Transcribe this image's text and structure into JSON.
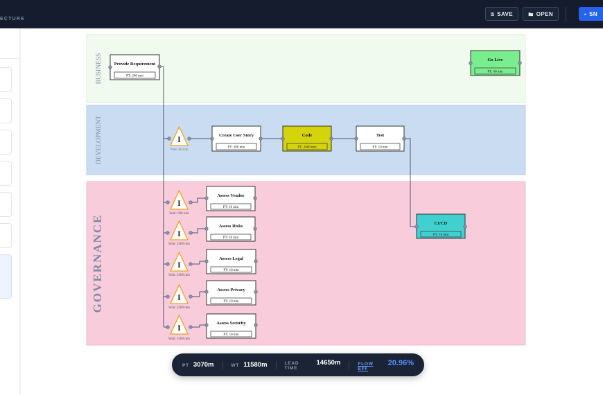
{
  "app": {
    "subtitle": "ECTURE"
  },
  "toolbar": {
    "save_label": "SAVE",
    "open_label": "OPEN",
    "snap_label": "SN"
  },
  "lanes": [
    {
      "id": "business",
      "label": "BUSINESS",
      "fill": "#f1faee"
    },
    {
      "id": "development",
      "label": "DEVELOPMENT",
      "fill": "#c9dcf1"
    },
    {
      "id": "governance",
      "label": "GOVERNANCE",
      "fill": "#f9ccdb"
    }
  ],
  "steps": [
    {
      "id": "provide-requirement",
      "title": "Provide Requirement",
      "pt": "PT: 240 min",
      "fill": "#ffffff"
    },
    {
      "id": "go-live",
      "title": "Go Live",
      "pt": "PT: 60 min",
      "fill": "#7aee8f"
    },
    {
      "id": "create-user-story",
      "title": "Create User Story",
      "pt": "PT: 300 min",
      "fill": "#ffffff"
    },
    {
      "id": "code",
      "title": "Code",
      "pt": "PT: 2400 min",
      "fill": "#d5d40c"
    },
    {
      "id": "test",
      "title": "Test",
      "pt": "PT: 10 min",
      "fill": "#ffffff"
    },
    {
      "id": "ci-cd",
      "title": "CI/CD",
      "pt": "PT: 10 min",
      "fill": "#40d0d0"
    },
    {
      "id": "assess-vendor",
      "title": "Assess Vendor",
      "pt": "PT: 10 min",
      "fill": "#ffffff"
    },
    {
      "id": "assess-risks",
      "title": "Assess Risks",
      "pt": "PT: 10 min",
      "fill": "#ffffff"
    },
    {
      "id": "assess-legal",
      "title": "Assess Legal",
      "pt": "PT: 10 min",
      "fill": "#ffffff"
    },
    {
      "id": "assess-privacy",
      "title": "Assess Privacy",
      "pt": "PT: 10 min",
      "fill": "#ffffff"
    },
    {
      "id": "assess-security",
      "title": "Assess Security",
      "pt": "PT: 10 min",
      "fill": "#ffffff"
    }
  ],
  "inventory": [
    {
      "id": "wait-dev",
      "symbol": "I",
      "wait": "Wait: 60 min"
    },
    {
      "id": "wait-vendor",
      "symbol": "I",
      "wait": "Wait: 960 min"
    },
    {
      "id": "wait-risks",
      "symbol": "I",
      "wait": "Wait: 2400 min"
    },
    {
      "id": "wait-legal",
      "symbol": "I",
      "wait": "Wait: 2400 min"
    },
    {
      "id": "wait-privacy",
      "symbol": "I",
      "wait": "Wait: 2400 min"
    },
    {
      "id": "wait-security",
      "symbol": "I",
      "wait": "Wait: 3360 min"
    }
  ],
  "metrics": {
    "pt_label": "PT",
    "pt_value": "3070m",
    "wt_label": "WT",
    "wt_value": "11580m",
    "lead_label": "LEAD TIME",
    "lead_value": "14650m",
    "eff_label": "FLOW EFF",
    "eff_value": "20.96%"
  },
  "colors": {
    "topbar": "#141c2e",
    "accent": "#2563eb",
    "inventory_stroke": "#f0a020"
  },
  "icons": [
    "save-icon",
    "folder-icon",
    "camera-icon"
  ]
}
